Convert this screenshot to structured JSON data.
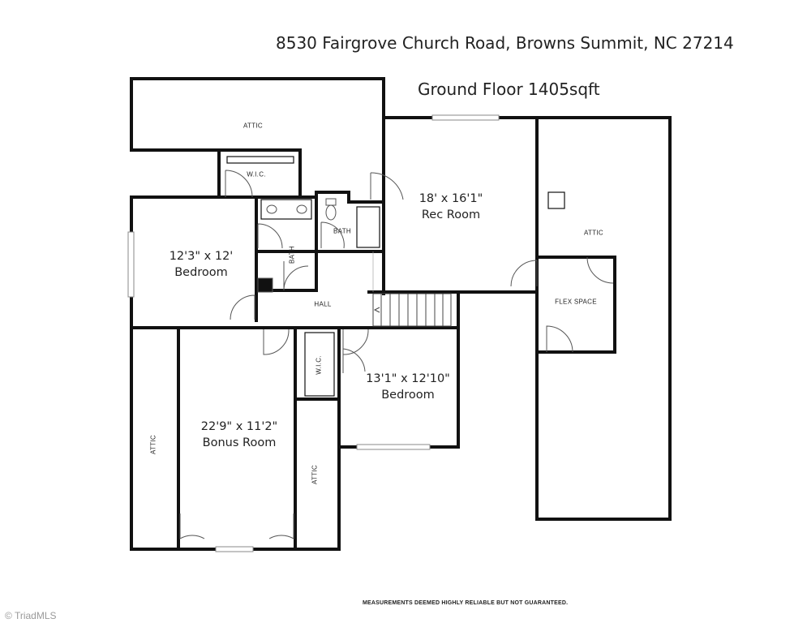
{
  "header": {
    "address": "8530 Fairgrove Church Road, Browns Summit, NC 27214",
    "floor_title": "Ground Floor 1405sqft"
  },
  "rooms": {
    "attic_top": "ATTIC",
    "wic_top": "W.I.C.",
    "bedroom_left": {
      "dims": "12'3\" x 12'",
      "name": "Bedroom"
    },
    "bath_1": "BATH",
    "bath_2": "BATH",
    "rec_room": {
      "dims": "18' x 16'1\"",
      "name": "Rec Room"
    },
    "attic_right": "ATTIC",
    "flex_space": "FLEX SPACE",
    "hall": "HALL",
    "wic_mid": "W.I.C.",
    "bedroom_mid": {
      "dims": "13'1\" x 12'10\"",
      "name": "Bedroom"
    },
    "bonus_room": {
      "dims": "22'9\" x 11'2\"",
      "name": "Bonus Room"
    },
    "attic_left": "ATTIC",
    "attic_mid": "ATTIC"
  },
  "footer": {
    "disclaimer": "MEASUREMENTS DEEMED HIGHLY RELIABLE BUT NOT GUARANTEED.",
    "watermark": "© TriadMLS"
  }
}
